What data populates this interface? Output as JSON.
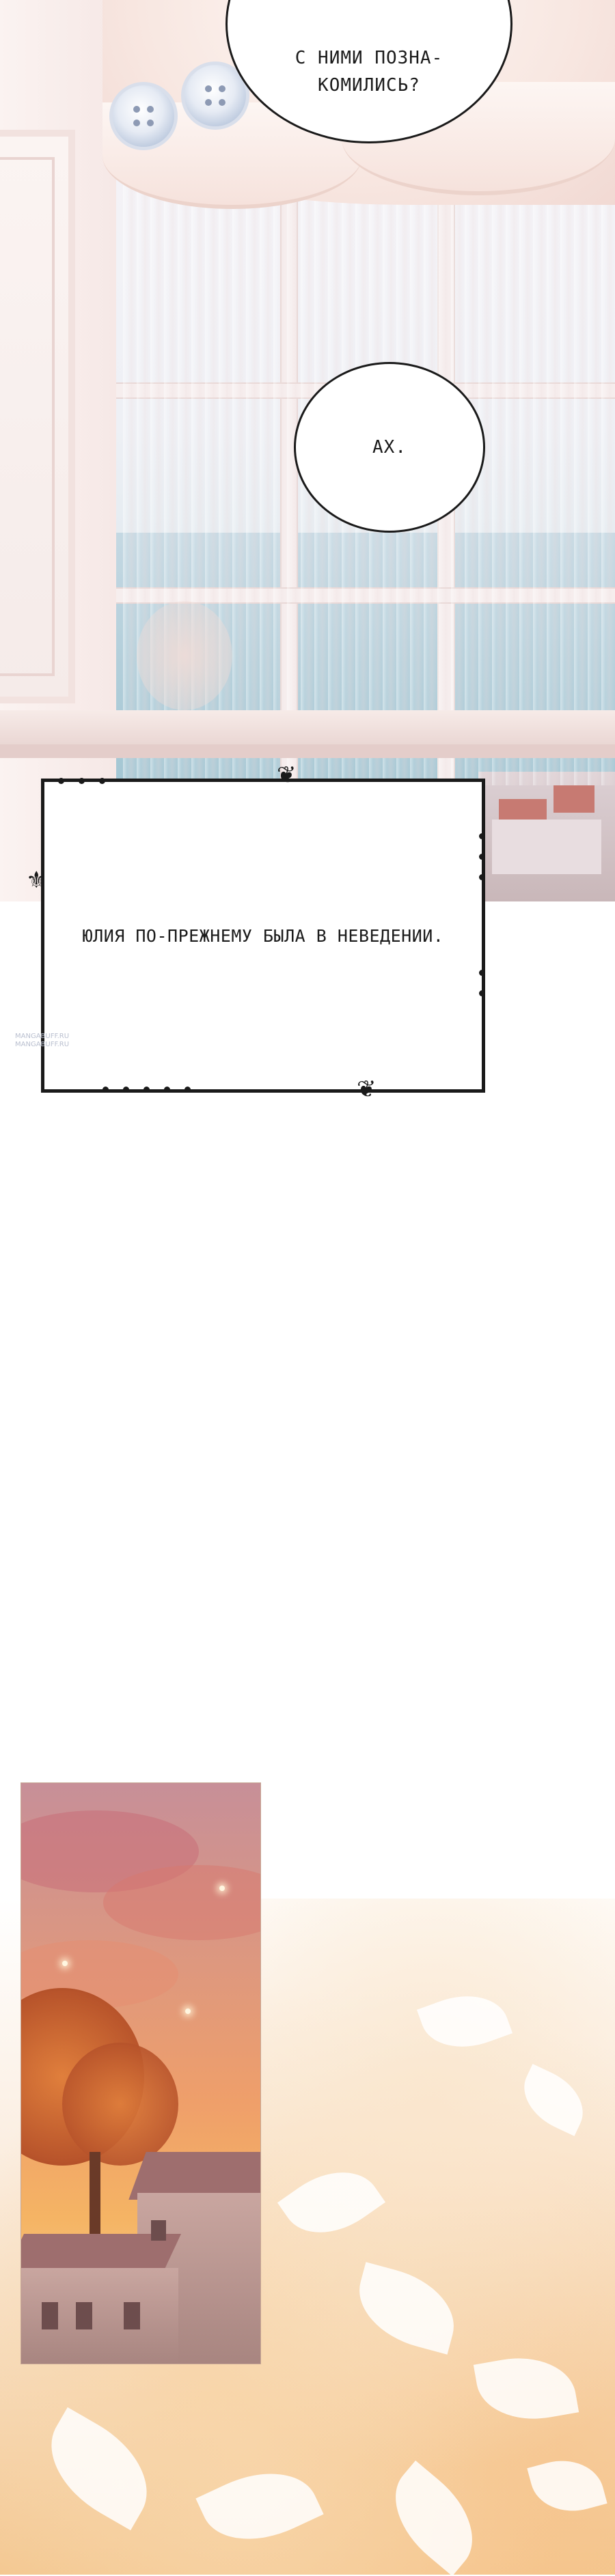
{
  "bubbles": {
    "top": {
      "line1": "С НИМИ ПОЗНА-",
      "line2": "КОМИЛИСЬ?"
    },
    "middle": {
      "text": "АХ."
    }
  },
  "narration": {
    "text": "ЮЛИЯ ПО-ПРЕЖНЕМУ БЫЛА В НЕВЕДЕНИИ."
  },
  "watermark": {
    "line1": "MANGABUFF.RU",
    "line2": "MANGABUFF.RU"
  },
  "colors": {
    "ink": "#1a1a1a",
    "sunset_top": "#c78f98",
    "sunset_mid": "#ef9f6a",
    "glow": "#f3c68e"
  }
}
